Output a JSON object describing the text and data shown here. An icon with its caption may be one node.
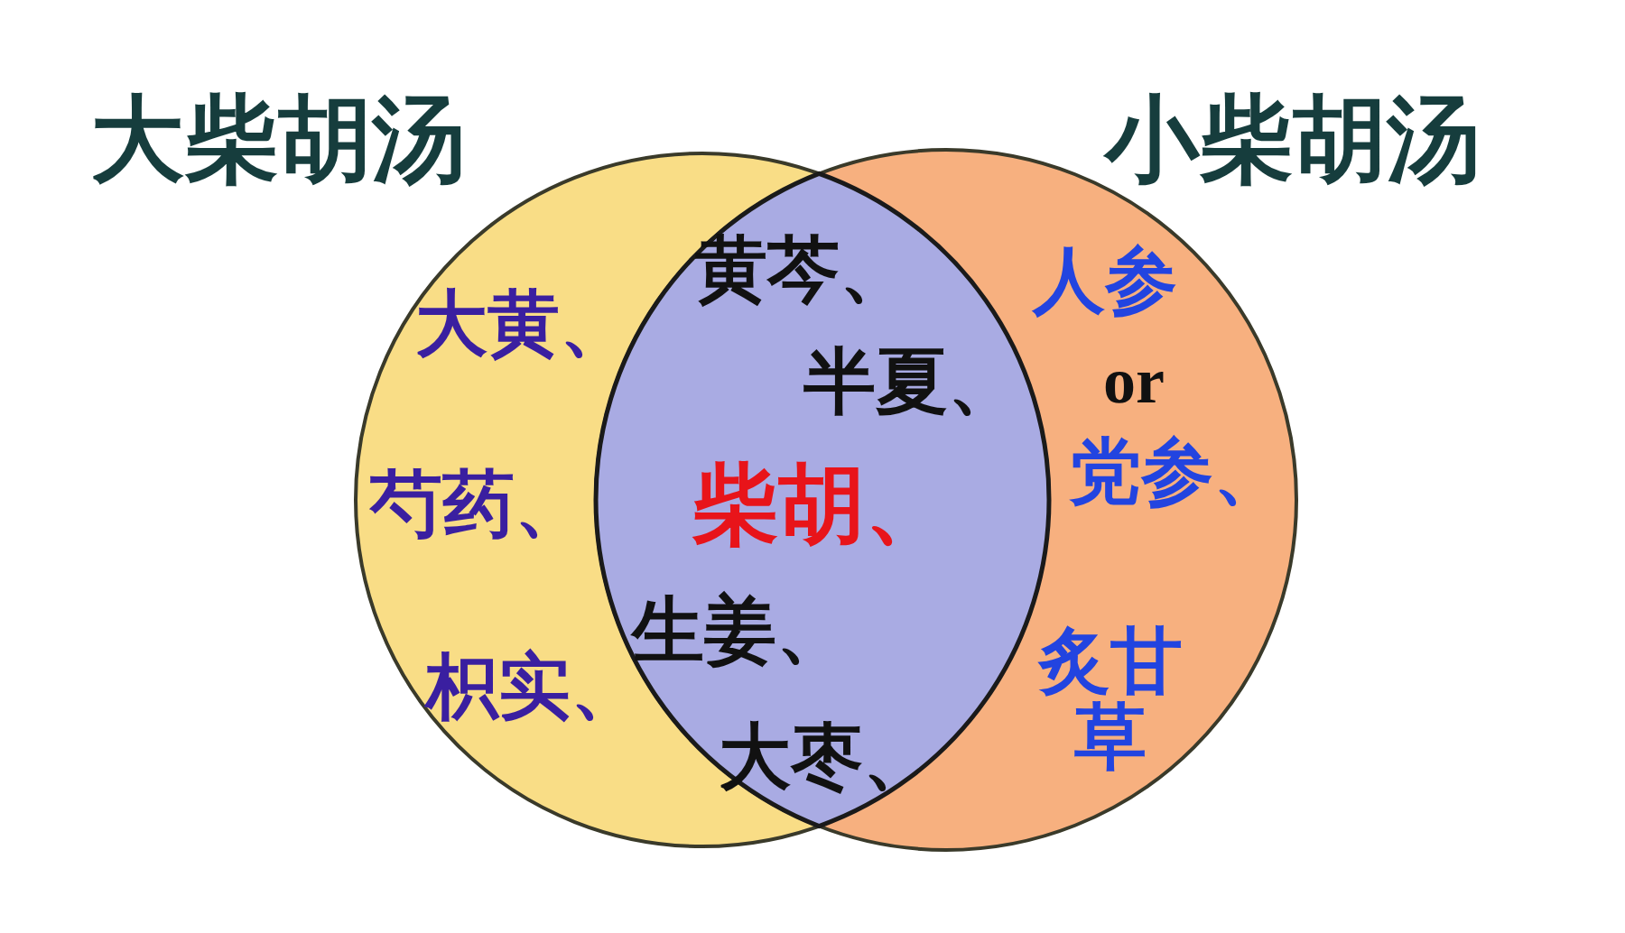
{
  "diagram": {
    "nodes": [
      {
        "text": [
          "大柴胡汤"
        ]
      },
      {
        "text": [
          "小柴胡汤"
        ]
      }
    ],
    "labels": [
      "黄芩、",
      "人参",
      "大黄、",
      "半夏、",
      "or",
      "党参、",
      "芍药、",
      "柴胡、",
      "生姜、",
      "炙甘草",
      "枳实、",
      "大枣、"
    ]
  }
}
